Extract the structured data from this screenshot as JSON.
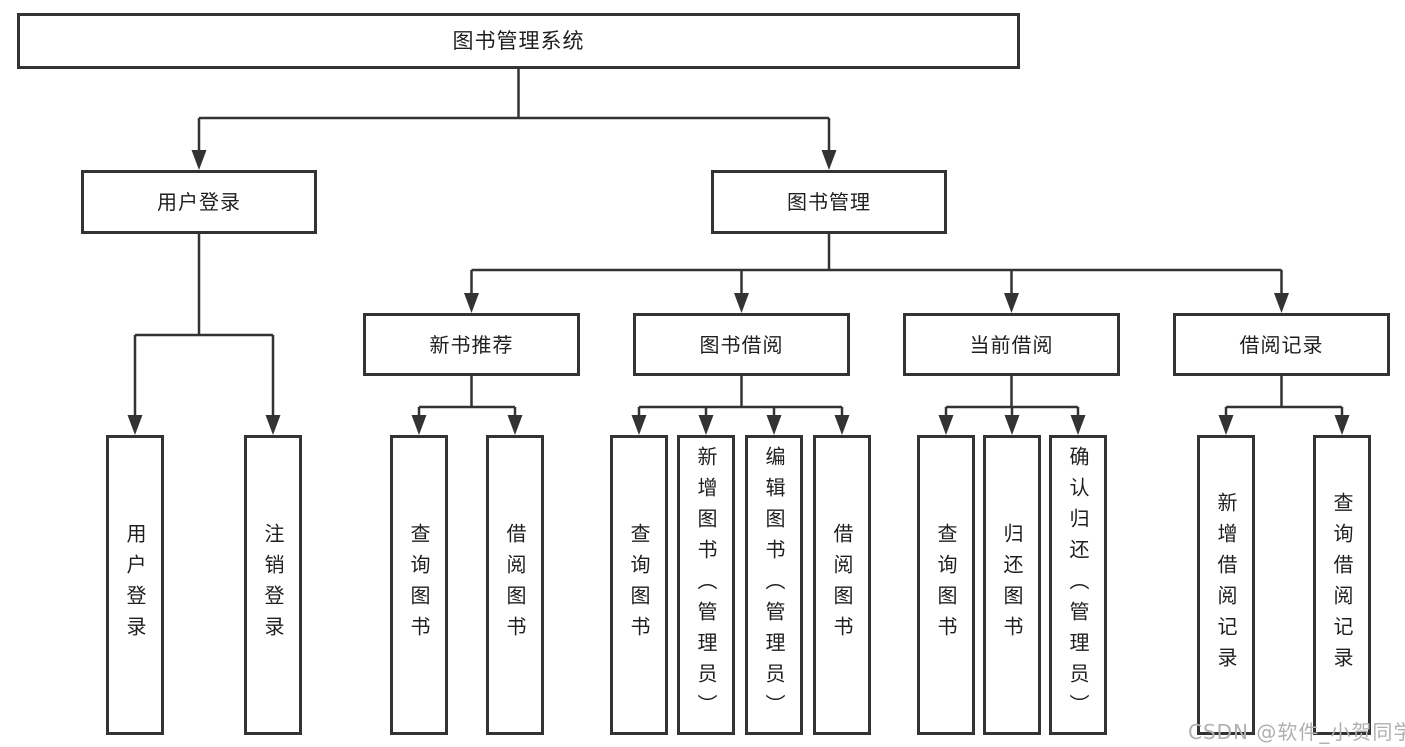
{
  "diagram": {
    "title": "图书管理系统",
    "tree": {
      "root": "图书管理系统",
      "login": {
        "label": "用户登录",
        "children": [
          "用户登录",
          "注销登录"
        ]
      },
      "mgmt": {
        "label": "图书管理",
        "groups": [
          {
            "label": "新书推荐",
            "children": [
              "查询图书",
              "借阅图书"
            ]
          },
          {
            "label": "图书借阅",
            "children": [
              "查询图书",
              "新增图书（管理员）",
              "编辑图书（管理员）",
              "借阅图书"
            ]
          },
          {
            "label": "当前借阅",
            "children": [
              "查询图书",
              "归还图书",
              "确认归还（管理员）"
            ]
          },
          {
            "label": "借阅记录",
            "children": [
              "新增借阅记录",
              "查询借阅记录"
            ]
          }
        ]
      }
    },
    "colors": {
      "line": "#333333",
      "box_border": "#333333",
      "box_fill": "#ffffff",
      "text": "#1f1f1f",
      "watermark": "#b0b0b0",
      "background": "#ffffff"
    }
  },
  "watermark": {
    "text": "CSDN @软件_小贺同学"
  }
}
